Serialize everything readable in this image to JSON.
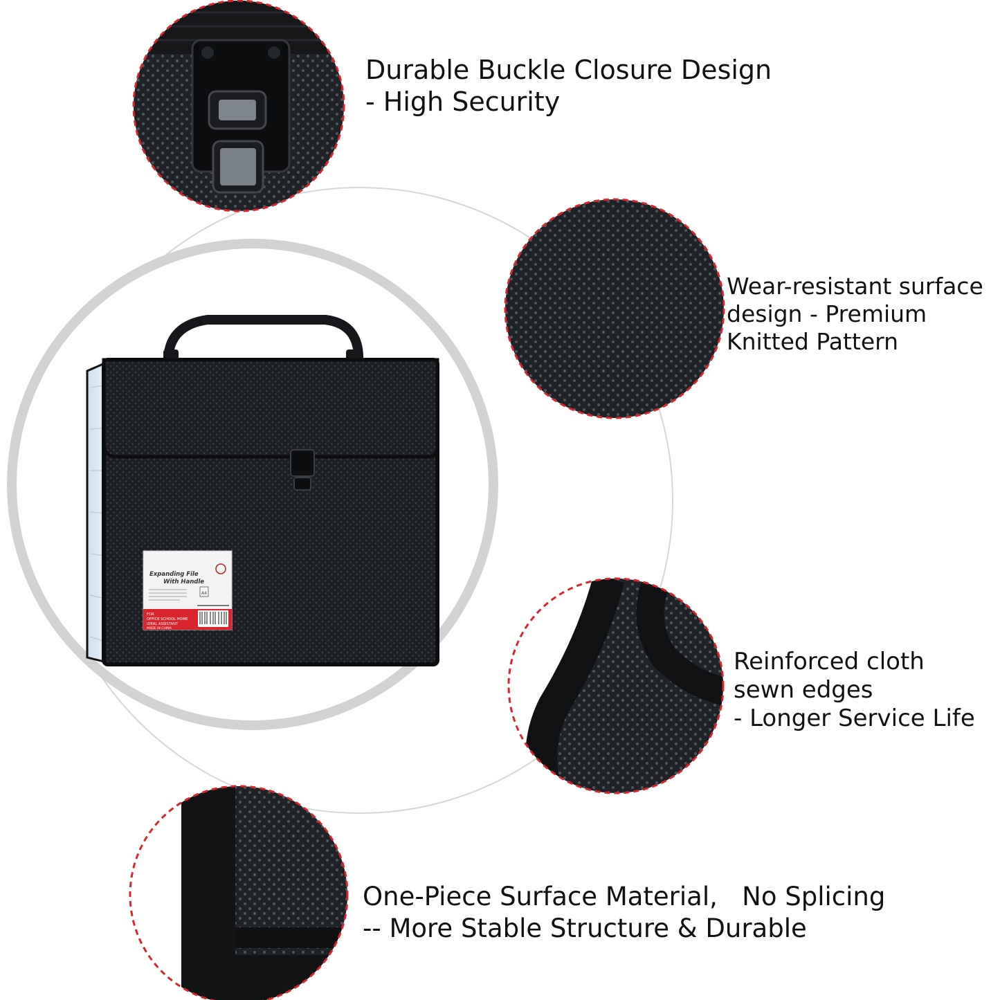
{
  "features": [
    {
      "id": "buckle",
      "lines": [
        "Durable Buckle Closure Design",
        "- High Security"
      ]
    },
    {
      "id": "surface",
      "lines": [
        "Wear-resistant surface",
        "design - Premium",
        "Knitted Pattern"
      ]
    },
    {
      "id": "edges",
      "lines": [
        "Reinforced cloth",
        "sewn edges",
        "- Longer Service Life"
      ]
    },
    {
      "id": "material",
      "lines": [
        "One-Piece Surface Material,   No Splicing",
        "-- More Stable Structure & Durable"
      ]
    }
  ],
  "product_label": {
    "title_line1": "Expanding File",
    "title_line2": "With Handle",
    "size": "A4",
    "footer_line1": "FOR",
    "footer_line2": "OFFICE SCHOOL HOME",
    "footer_line3": "IDEAL ASSISTANT",
    "made_in": "MADE IN CHINA"
  },
  "colors": {
    "accent_red": "#d9262c",
    "body_black": "#1b1e22",
    "ring_gray": "#cfcfcf"
  }
}
